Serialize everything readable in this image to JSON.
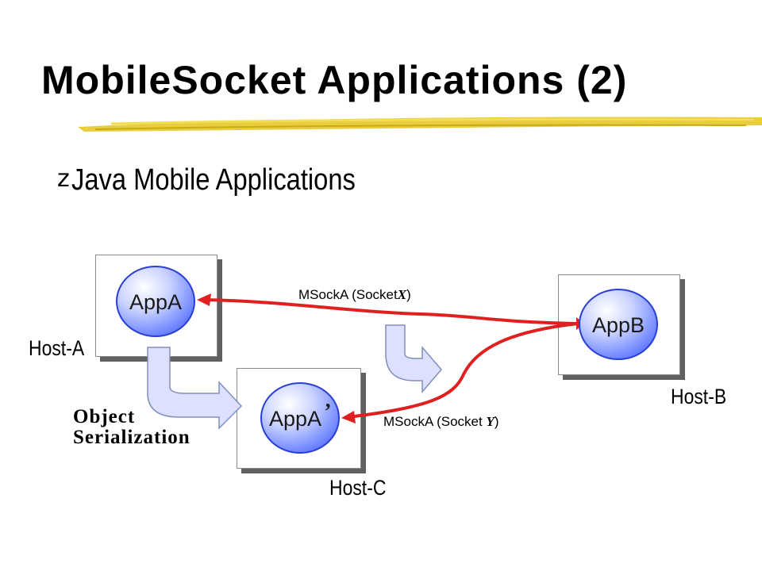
{
  "slide": {
    "title": "MobileSocket  Applications (2)",
    "bullet_glyph": "z",
    "bullet_text": "Java Mobile Applications"
  },
  "hosts": {
    "host_a": "Host-A",
    "host_b": "Host-B",
    "host_c": "Host-C"
  },
  "apps": {
    "app_a": "AppA",
    "app_b": "AppB",
    "app_a_prime": "AppA",
    "prime_mark": "’"
  },
  "connections": {
    "x_prefix": "MSockA (Socket",
    "x_var": "X",
    "x_suffix": ")",
    "y_prefix": "MSockA (Socket ",
    "y_var": "Y",
    "y_suffix": ")"
  },
  "serialization": {
    "line1": "Object",
    "line2": "Serialization"
  },
  "colors": {
    "accent_underline": "#e6c82a",
    "connection_red": "#e02020",
    "app_blue": "#3355ee",
    "migration_fill": "#dde1ff"
  }
}
